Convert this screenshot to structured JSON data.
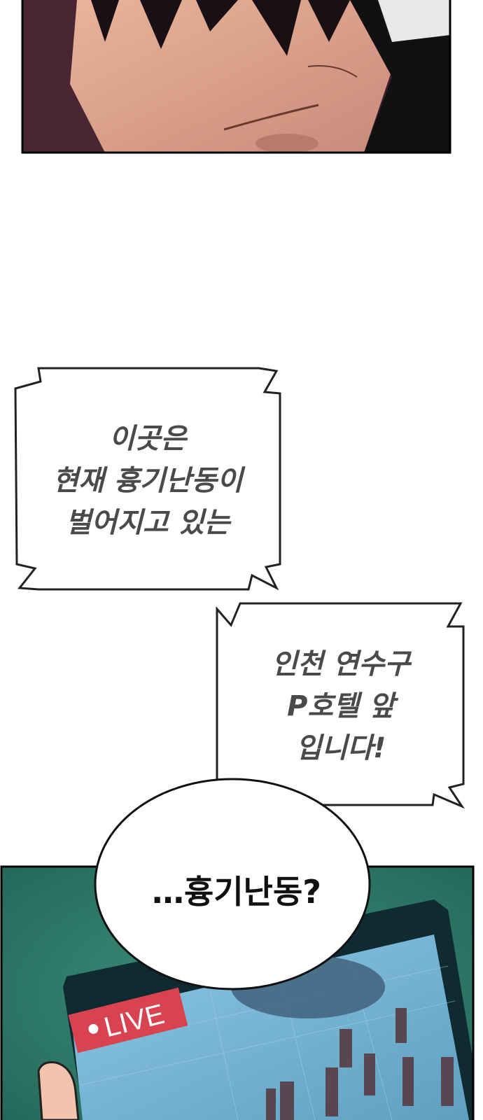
{
  "caption_1": {
    "lines": [
      "이곳은",
      "현재 흉기난동이",
      "벌어지고 있는"
    ]
  },
  "caption_2": {
    "lines": [
      "인천 연수구",
      "P호텔 앞",
      "입니다!"
    ]
  },
  "speech_bubble": {
    "text": "…흉기난동?"
  },
  "phone_screen": {
    "badge": "LIVE"
  },
  "colors": {
    "panel_green": "#2f7d6c",
    "screen_blue": "#7fb8d6",
    "live_red": "#d8434f",
    "skin": "#f0c2a6"
  }
}
